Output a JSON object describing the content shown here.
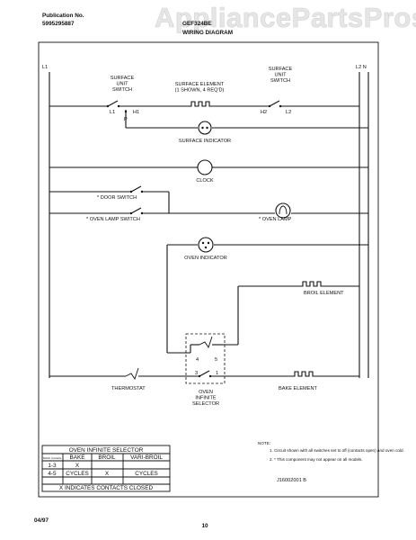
{
  "header": {
    "pub_label": "Publication No.",
    "pub_number": "5995295887",
    "model": "GEF324BE",
    "title": "WIRING DIAGRAM",
    "watermark": "AppliancePartsPros.com"
  },
  "lines": {
    "left": "L1",
    "right": "L2 N"
  },
  "components": {
    "surface_switch_left": "SURFACE\nUNIT\nSWITCH",
    "surface_switch_right": "SURFACE\nUNIT\nSWITCH",
    "surface_element": "SURFACE ELEMENT\n(1 SHOWN, 4 REQ'D)",
    "term_l1": "L1",
    "term_h1": "H1",
    "term_p": "P",
    "term_h2": "H2",
    "term_l2": "L2",
    "surface_indicator": "SURFACE INDICATOR",
    "clock": "CLOCK",
    "door_switch": "* DOOR SWITCH",
    "oven_lamp_switch": "* OVEN LAMP SWITCH",
    "oven_lamp": "* OVEN LAMP",
    "oven_indicator": "OVEN INDICATOR",
    "broil_element": "BROIL ELEMENT",
    "thermostat": "THERMOSTAT",
    "bake_element": "BAKE ELEMENT",
    "oven_selector": "OVEN\nINFINITE\nSELECTOR",
    "selector_terms": [
      "4",
      "5",
      "3",
      "1"
    ]
  },
  "notes": {
    "heading": "NOTE:",
    "note1": "1. Circuit shown with all switches set to off (contacts open) and oven cold.",
    "note2": "2. * This component may not appear on all models."
  },
  "selector_table": {
    "title": "OVEN INFINITE SELECTOR",
    "headers": [
      "Switch Contacts",
      "BAKE",
      "BROIL",
      "VARI-BROIL"
    ],
    "rows": [
      [
        "1-3",
        "X",
        "",
        ""
      ],
      [
        "4-5",
        "CYCLES",
        "X",
        "CYCLES"
      ]
    ],
    "footer": "X INDICATES CONTACTS CLOSED"
  },
  "footer": {
    "drawing_no": "J16002001 B",
    "date": "04/97",
    "page": "10"
  }
}
